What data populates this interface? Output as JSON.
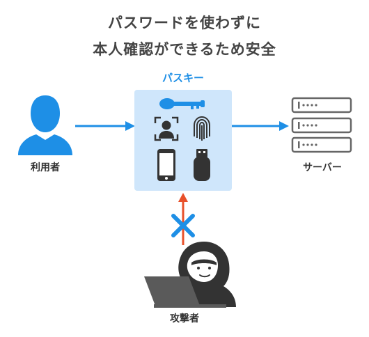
{
  "title": {
    "line1": "パスワードを使わずに",
    "line2": "本人確認ができるため安全"
  },
  "nodes": {
    "user": "利用者",
    "passkey": "パスキー",
    "server": "サーバー",
    "attacker": "攻撃者"
  },
  "colors": {
    "blue": "#1e8fe6",
    "box": "#cfe6fb",
    "dark": "#333333",
    "red": "#e8502a",
    "gray": "#666666"
  }
}
